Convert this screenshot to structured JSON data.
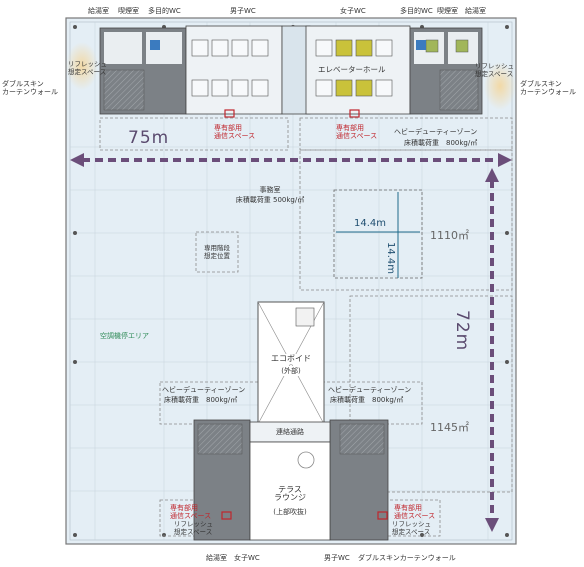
{
  "top_labels": {
    "kyutoshitsu": "給湯室",
    "kitsuenshitsu": "喫煙室",
    "tamokuteki_wc": "多目的WC",
    "danshi_wc": "男子WC",
    "joshi_wc": "女子WC",
    "tamokuteki_wc_2": "多目的WC",
    "kitsuenshitsu_2": "喫煙室",
    "kyutoshitsu_2": "給湯室"
  },
  "refresh_space": "リフレッシュ\n想定スペース",
  "double_skin": "ダブルスキン\nカーテンウォール",
  "elevator_hall": "エレベーターホール",
  "tenant_comm_space": "専有部用\n通信スペース",
  "heavy_duty_zone": {
    "title": "ヘビーデューティーゾーン",
    "load": "床積載荷重　800kg/㎡"
  },
  "office": {
    "title": "事務室",
    "load": "床積載荷重 500kg/㎡"
  },
  "span_width": "75m",
  "span_depth": "72m",
  "grid_x": "14.4m",
  "grid_y": "14.4m",
  "area_north": "1110㎡",
  "area_south": "1145㎡",
  "private_stairs": "専用階段\n想定位置",
  "ac_unit_area": "空調機停エリア",
  "eco_void": {
    "name": "エコボイド",
    "note": "(外部)"
  },
  "link_corridor": "連絡通路",
  "terrace_lounge": {
    "name": "テラス\nラウンジ",
    "note": "(上部吹抜)"
  },
  "bottom_labels": {
    "kyutoshitsu": "給湯室",
    "joshi_wc": "女子WC",
    "danshi_wc": "男子WC",
    "double_skin": "ダブルスキンカーテンウォール"
  },
  "colors": {
    "floor": "#e4eef5",
    "core": "#8f9498",
    "arrow": "#6b4e7a",
    "dash": "#8a8a8a",
    "toilet_yellow": "#c9c23a",
    "toilet_green": "#a1b65a",
    "comm_red": "#c0262d",
    "dim_teal": "#1f6a8a"
  }
}
